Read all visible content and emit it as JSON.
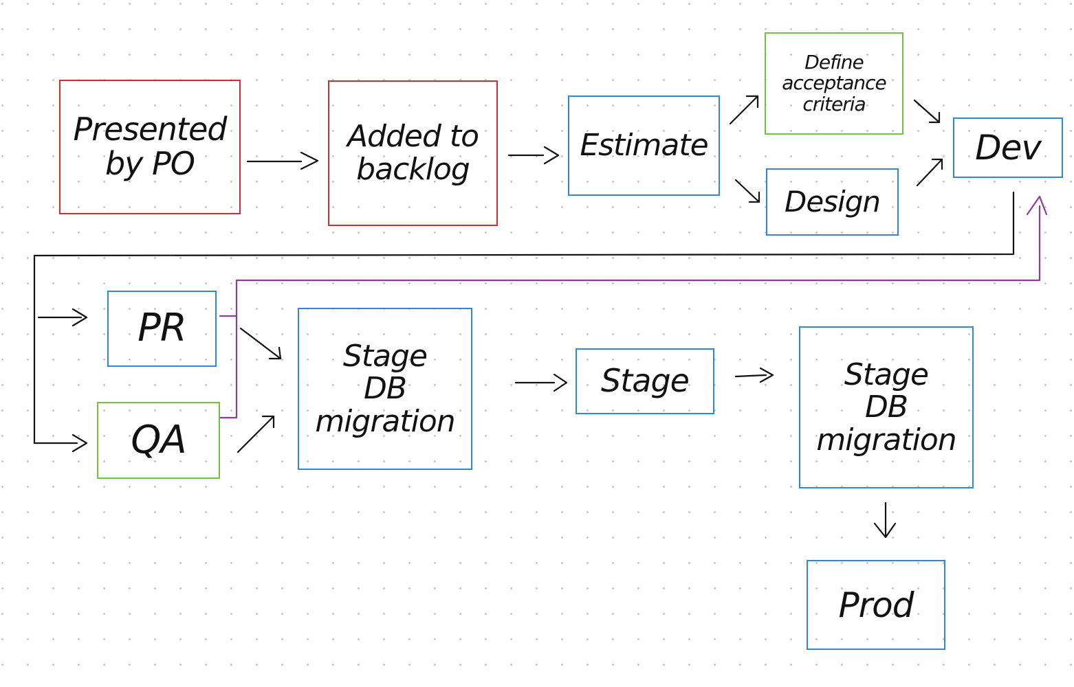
{
  "colors": {
    "status_red": "#d22c2c",
    "status_blue": "#2f86e0",
    "status_green": "#72c241",
    "flow_black": "#111111",
    "return_purple": "#8a3d9a",
    "grid_dot": "#c4c4c4"
  },
  "nodes": {
    "presented": {
      "label": "Presented\nby PO",
      "color": "status_red"
    },
    "backlog": {
      "label": "Added to\nbacklog",
      "color": "status_red"
    },
    "estimate": {
      "label": "Estimate",
      "color": "status_blue"
    },
    "acceptance": {
      "label": "Define\nacceptance\ncriteria",
      "color": "status_green"
    },
    "design": {
      "label": "Design",
      "color": "status_blue"
    },
    "dev": {
      "label": "Dev",
      "color": "status_blue"
    },
    "pr": {
      "label": "PR",
      "color": "status_blue"
    },
    "qa": {
      "label": "QA",
      "color": "status_green"
    },
    "stage_migration": {
      "label": "Stage\nDB\nmigration",
      "color": "status_blue"
    },
    "stage": {
      "label": "Stage",
      "color": "status_blue"
    },
    "prod_migration": {
      "label": "Stage\nDB\nmigration",
      "color": "status_blue"
    },
    "prod": {
      "label": "Prod",
      "color": "status_blue"
    }
  },
  "edges": [
    {
      "from": "presented",
      "to": "backlog"
    },
    {
      "from": "backlog",
      "to": "estimate"
    },
    {
      "from": "estimate",
      "to": "acceptance"
    },
    {
      "from": "estimate",
      "to": "design"
    },
    {
      "from": "acceptance",
      "to": "dev"
    },
    {
      "from": "design",
      "to": "dev"
    },
    {
      "from": "dev",
      "to": "pr"
    },
    {
      "from": "dev",
      "to": "qa"
    },
    {
      "from": "pr",
      "to": "stage_migration"
    },
    {
      "from": "qa",
      "to": "stage_migration"
    },
    {
      "from": "pr",
      "to": "dev",
      "kind": "return",
      "color": "return_purple"
    },
    {
      "from": "qa",
      "to": "dev",
      "kind": "return",
      "color": "return_purple"
    },
    {
      "from": "stage_migration",
      "to": "stage"
    },
    {
      "from": "stage",
      "to": "prod_migration"
    },
    {
      "from": "prod_migration",
      "to": "prod"
    }
  ]
}
